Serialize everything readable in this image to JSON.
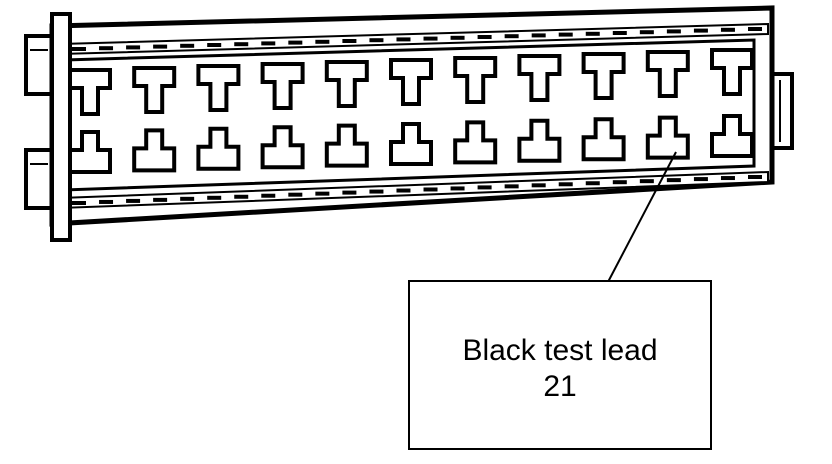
{
  "connector": {
    "top_row_terminal_count": 11,
    "bottom_row_terminal_count": 11,
    "highlighted_terminal": 21
  },
  "callout": {
    "line1": "Black test lead",
    "line2": "21"
  },
  "colors": {
    "stroke": "#000000",
    "background": "#ffffff"
  }
}
